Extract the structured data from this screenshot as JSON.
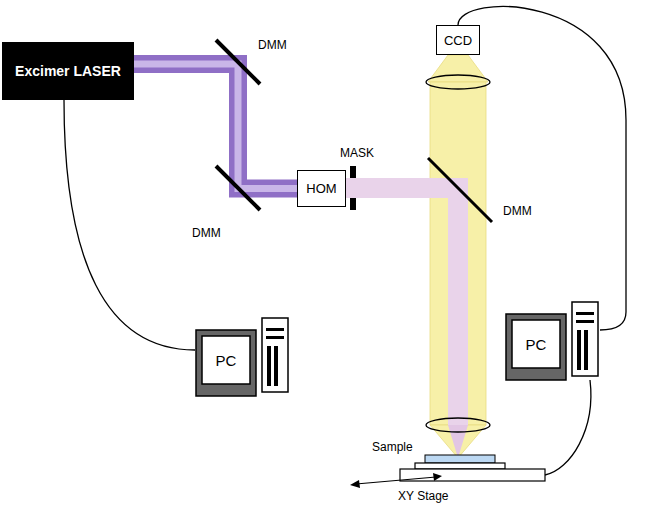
{
  "diagram": {
    "nodes": [
      {
        "text": [
          "Excimer LASER"
        ]
      },
      {
        "text": [
          "CCD"
        ]
      },
      {
        "text": [
          "HOM"
        ]
      },
      {
        "text": [
          "PC"
        ]
      },
      {
        "text": [
          "PC"
        ]
      }
    ],
    "edges": [
      {
        "from": 0,
        "to": 2,
        "arrow": "none"
      },
      {
        "from": 0,
        "to": 4,
        "arrow": "none"
      },
      {
        "from": 1,
        "to": 3,
        "arrow": "none"
      }
    ],
    "labels": [
      "DMM",
      "MASK",
      "DMM",
      "DMM",
      "Sample",
      "XY Stage"
    ]
  }
}
